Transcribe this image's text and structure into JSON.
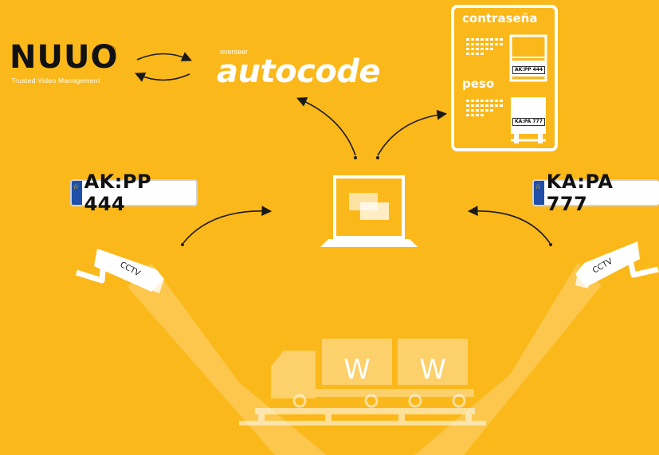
{
  "colors": {
    "background": "#fbb81a",
    "foreground": "#ffffff",
    "dark": "#1a1a1a",
    "logo_text": "#111111",
    "plate_blue": "#1f4fa8"
  },
  "nuuo": {
    "logo": "NUUO",
    "registered": "®",
    "tagline": "Trusted Video Management"
  },
  "autocode": {
    "small": "overseer",
    "logo": "autocode"
  },
  "panel": {
    "top_label": "contraseña",
    "bottom_label": "peso",
    "plate_top": "AK:PP 444",
    "plate_bottom": "KA:PA 777"
  },
  "plates": {
    "left": "AK:PP 444",
    "right": "KA:PA 777"
  },
  "cameras": {
    "left_label": "CCTV",
    "right_label": "CCTV"
  },
  "weights": {
    "left": "W",
    "right": "W"
  },
  "icons": [
    "sync-arrows-icon",
    "laptop-icon",
    "cctv-camera-icon",
    "truck-icon",
    "weighbridge-icon",
    "license-plate-icon"
  ]
}
